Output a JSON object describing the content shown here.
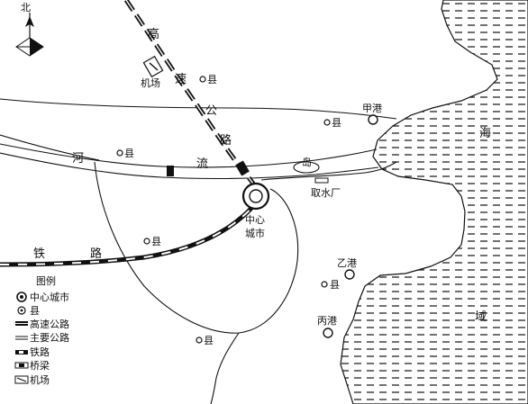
{
  "compass": {
    "label": "北"
  },
  "labels": {
    "expressway": [
      "高",
      "速",
      "公",
      "路"
    ],
    "railway": [
      "铁",
      "路"
    ],
    "river": [
      "河",
      "流"
    ],
    "sea": [
      "海",
      "域"
    ],
    "airport": "机场",
    "island": "岛",
    "water_intake": "取水厂",
    "city": [
      "中心",
      "城市"
    ],
    "port_a": "甲港",
    "port_b": "乙港",
    "port_c": "丙港",
    "counties": [
      "县",
      "县",
      "县",
      "县",
      "县",
      "县"
    ]
  },
  "legend": {
    "title": "图例",
    "items": [
      {
        "label": "中心城市",
        "icon": "city-symbol-icon"
      },
      {
        "label": "县",
        "icon": "county-symbol-icon"
      },
      {
        "label": "高速公路",
        "icon": "expressway-symbol-icon"
      },
      {
        "label": "主要公路",
        "icon": "main-road-symbol-icon"
      },
      {
        "label": "铁路",
        "icon": "railway-symbol-icon"
      },
      {
        "label": "桥梁",
        "icon": "bridge-symbol-icon"
      },
      {
        "label": "机场",
        "icon": "airport-symbol-icon"
      }
    ]
  },
  "colors": {
    "ink": "#111111",
    "paper": "#ffffff"
  }
}
